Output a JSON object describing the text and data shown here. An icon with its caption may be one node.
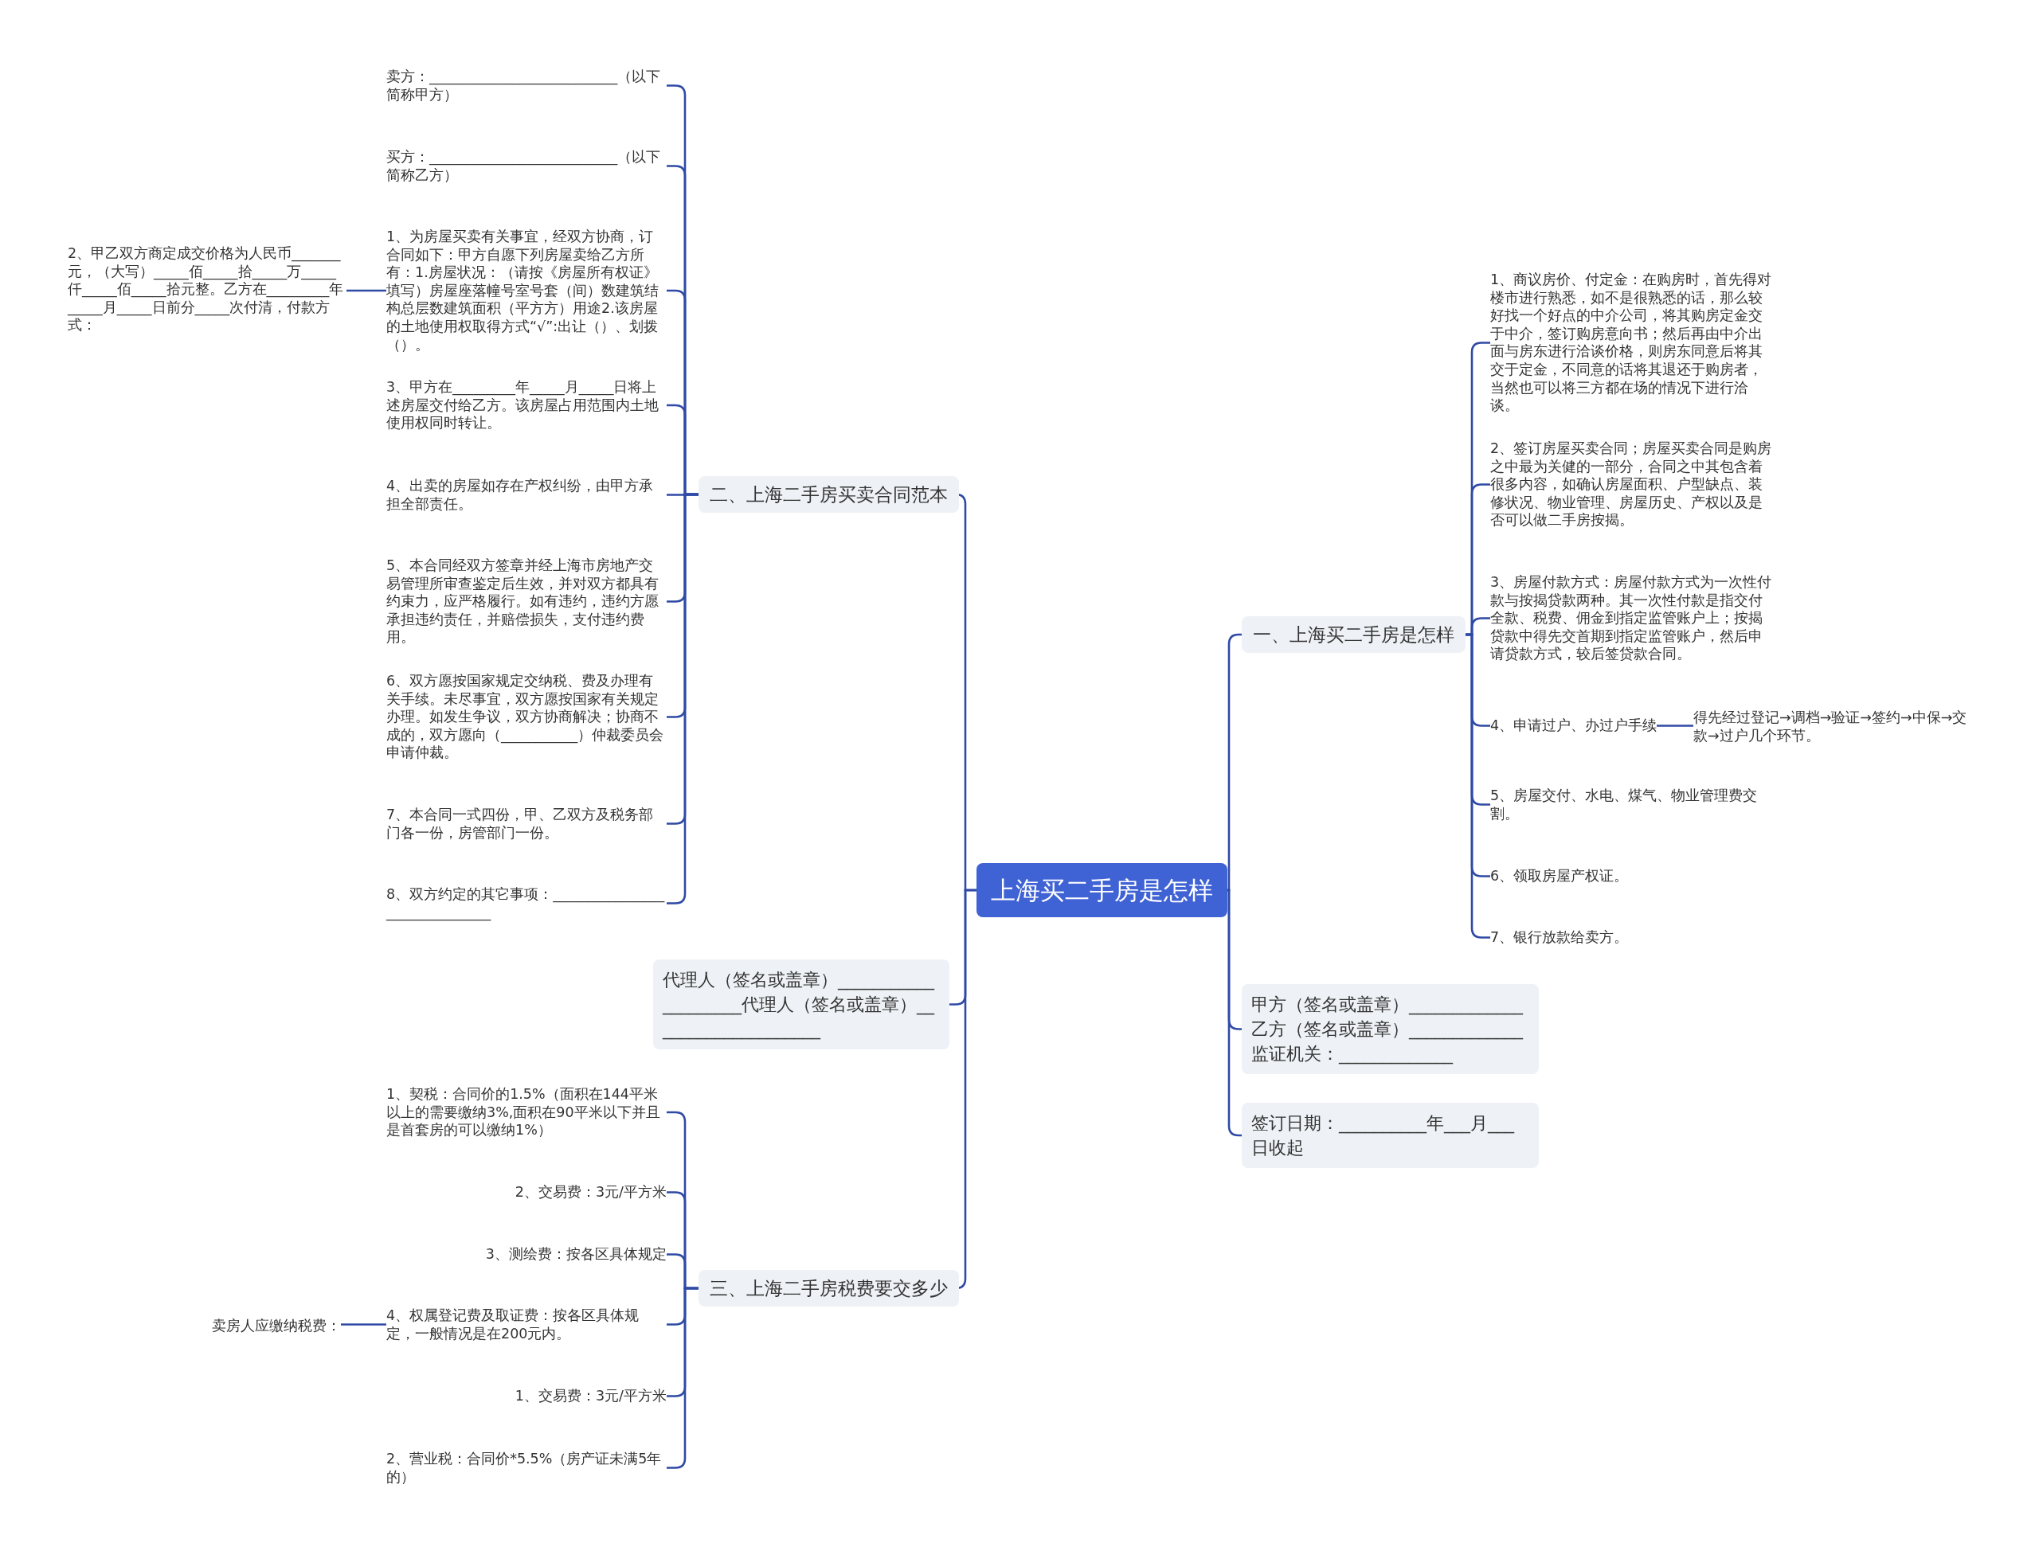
{
  "diagram": {
    "nodes": [
      {
        "text": [
          "上海买二手房是怎样"
        ]
      },
      {
        "text": [
          "二、上海二手房买卖合同范本"
        ]
      },
      {
        "text": [
          "卖方：___________________________（以下简称甲方）"
        ]
      },
      {
        "text": [
          "买方：___________________________（以下简称乙方）"
        ]
      },
      {
        "text": [
          "1、为房屋买卖有关事宜，经双方协商，订合同如下：甲方自愿下列房屋卖给乙方所有：1.房屋状况：（请按《房屋所有权证》填写）房屋座落幢号室号套（间）数建筑结构总层数建筑面积（平方方）用途2.该房屋的土地使用权取得方式“√”:出让（）、划拨（）。"
        ]
      },
      {
        "text": [
          "2、甲乙双方商定成交价格为人民币_______元，（大写）_____佰_____拾_____万_____仟_____佰_____拾元整。乙方在_________年_____月_____日前分_____次付清，付款方式："
        ]
      },
      {
        "text": [
          "3、甲方在_________年_____月_____日将上述房屋交付给乙方。该房屋占用范围内土地使用权同时转让。"
        ]
      },
      {
        "text": [
          "4、出卖的房屋如存在产权纠纷，由甲方承担全部责任。"
        ]
      },
      {
        "text": [
          "5、本合同经双方签章并经上海市房地产交易管理所审查鉴定后生效，并对双方都具有约束力，应严格履行。如有违约，违约方愿承担违约责任，并赔偿损失，支付违约费用。"
        ]
      },
      {
        "text": [
          "6、双方愿按国家规定交纳税、费及办理有关手续。未尽事宜，双方愿按国家有关规定办理。如发生争议，双方协商解决；协商不成的，双方愿向（___________）仲裁委员会申请仲裁。"
        ]
      },
      {
        "text": [
          "7、本合同一式四份，甲、乙双方及税务部门各一份，房管部门一份。"
        ]
      },
      {
        "text": [
          "8、双方约定的其它事项：_______________________________"
        ]
      },
      {
        "text": [
          "代理人（签名或盖章）____________________代理人（签名或盖章）____________________"
        ]
      },
      {
        "text": [
          "三、上海二手房税费要交多少"
        ]
      },
      {
        "text": [
          "1、契税：合同价的1.5%（面积在144平米以上的需要缴纳3%,面积在90平米以下并且是首套房的可以缴纳1%）"
        ]
      },
      {
        "text": [
          "2、交易费：3元/平方米"
        ]
      },
      {
        "text": [
          "3、测绘费：按各区具体规定"
        ]
      },
      {
        "text": [
          "4、权属登记费及取证费：按各区具体规定，一般情况是在200元内。"
        ]
      },
      {
        "text": [
          "卖房人应缴纳税费："
        ]
      },
      {
        "text": [
          "1、交易费：3元/平方米"
        ]
      },
      {
        "text": [
          "2、营业税：合同价*5.5%（房产证未满5年的）"
        ]
      },
      {
        "text": [
          "一、上海买二手房是怎样"
        ]
      },
      {
        "text": [
          "1、商议房价、付定金：在购房时，首先得对楼市进行熟悉，如不是很熟悉的话，那么较好找一个好点的中介公司，将其购房定金交于中介，签订购房意向书；然后再由中介出面与房东进行洽谈价格，则房东同意后将其交于定金，不同意的话将其退还于购房者，当然也可以将三方都在场的情况下进行洽谈。"
        ]
      },
      {
        "text": [
          "2、签订房屋买卖合同；房屋买卖合同是购房之中最为关健的一部分，合同之中其包含着很多内容，如确认房屋面积、户型缺点、装修状况、物业管理、房屋历史、产权以及是否可以做二手房按揭。"
        ]
      },
      {
        "text": [
          "3、房屋付款方式：房屋付款方式为一次性付款与按揭贷款两种。其一次性付款是指交付全款、税费、佣金到指定监管账户上；按揭贷款中得先交首期到指定监管账户，然后申请贷款方式，较后签贷款合同。"
        ]
      },
      {
        "text": [
          "4、申请过户、办过户手续"
        ]
      },
      {
        "text": [
          "5、房屋交付、水电、煤气、物业管理费交割。"
        ]
      },
      {
        "text": [
          "6、领取房屋产权证。"
        ]
      },
      {
        "text": [
          "7、银行放款给卖方。"
        ]
      },
      {
        "text": [
          "得先经过登记→调档→验证→签约→中保→交款→过户几个环节。"
        ]
      },
      {
        "text": [
          "甲方（签名或盖章）_____________乙方（签名或盖章）_____________监证机关：_____________"
        ]
      },
      {
        "text": [
          "签订日期：__________年___月___日收起"
        ]
      }
    ],
    "edges": [
      {
        "from": 0,
        "to": 1,
        "arrow": "none"
      },
      {
        "from": 1,
        "to": 2,
        "arrow": "none"
      },
      {
        "from": 1,
        "to": 3,
        "arrow": "none"
      },
      {
        "from": 1,
        "to": 4,
        "arrow": "none"
      },
      {
        "from": 4,
        "to": 5,
        "arrow": "none"
      },
      {
        "from": 1,
        "to": 6,
        "arrow": "none"
      },
      {
        "from": 1,
        "to": 7,
        "arrow": "none"
      },
      {
        "from": 1,
        "to": 8,
        "arrow": "none"
      },
      {
        "from": 1,
        "to": 9,
        "arrow": "none"
      },
      {
        "from": 1,
        "to": 10,
        "arrow": "none"
      },
      {
        "from": 1,
        "to": 11,
        "arrow": "none"
      },
      {
        "from": 0,
        "to": 12,
        "arrow": "none"
      },
      {
        "from": 0,
        "to": 13,
        "arrow": "none"
      },
      {
        "from": 13,
        "to": 14,
        "arrow": "none"
      },
      {
        "from": 13,
        "to": 15,
        "arrow": "none"
      },
      {
        "from": 13,
        "to": 16,
        "arrow": "none"
      },
      {
        "from": 13,
        "to": 17,
        "arrow": "none"
      },
      {
        "from": 17,
        "to": 18,
        "arrow": "none"
      },
      {
        "from": 13,
        "to": 19,
        "arrow": "none"
      },
      {
        "from": 13,
        "to": 20,
        "arrow": "none"
      },
      {
        "from": 0,
        "to": 21,
        "arrow": "none"
      },
      {
        "from": 21,
        "to": 22,
        "arrow": "none"
      },
      {
        "from": 21,
        "to": 23,
        "arrow": "none"
      },
      {
        "from": 21,
        "to": 24,
        "arrow": "none"
      },
      {
        "from": 21,
        "to": 25,
        "arrow": "none"
      },
      {
        "from": 25,
        "to": 29,
        "arrow": "none"
      },
      {
        "from": 21,
        "to": 26,
        "arrow": "none"
      },
      {
        "from": 21,
        "to": 27,
        "arrow": "none"
      },
      {
        "from": 21,
        "to": 28,
        "arrow": "none"
      },
      {
        "from": 0,
        "to": 30,
        "arrow": "none"
      },
      {
        "from": 0,
        "to": 31,
        "arrow": "none"
      }
    ]
  }
}
